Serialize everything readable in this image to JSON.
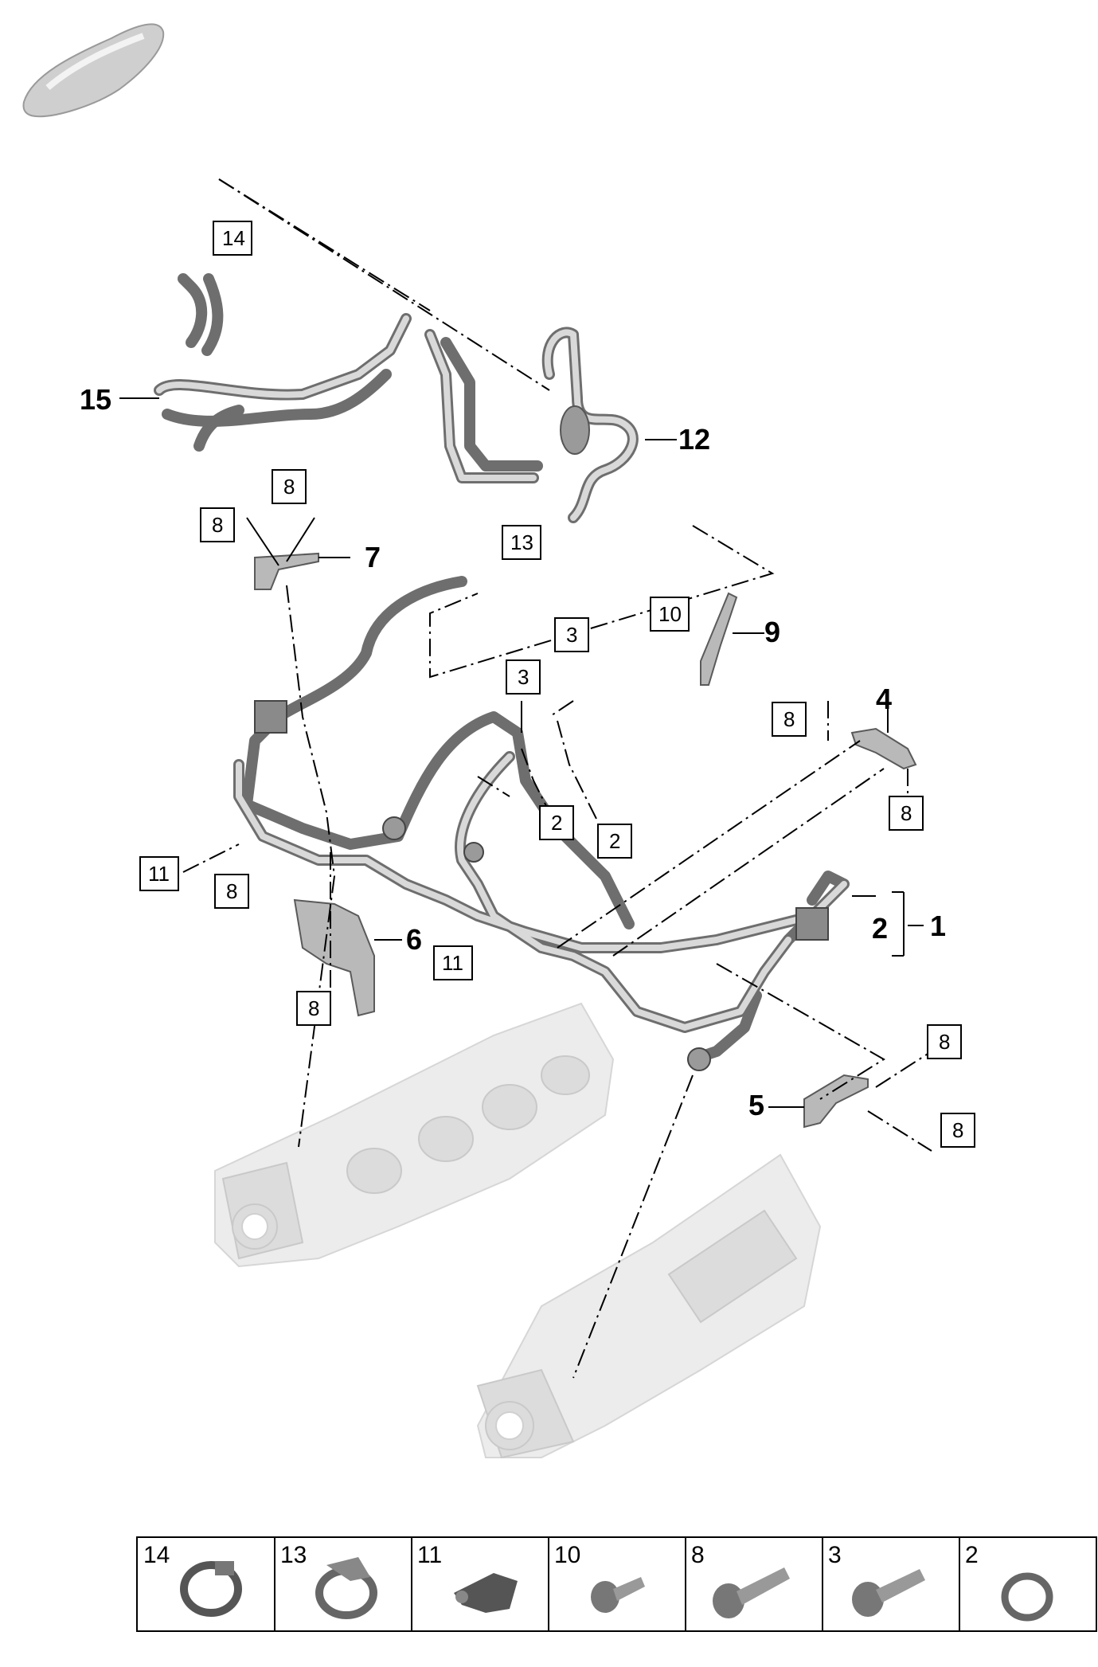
{
  "callouts_bold": [
    {
      "id": "c1",
      "text": "1"
    },
    {
      "id": "c2",
      "text": "2"
    },
    {
      "id": "c4",
      "text": "4"
    },
    {
      "id": "c5",
      "text": "5"
    },
    {
      "id": "c6",
      "text": "6"
    },
    {
      "id": "c7",
      "text": "7"
    },
    {
      "id": "c9",
      "text": "9"
    },
    {
      "id": "c12",
      "text": "12"
    },
    {
      "id": "c15",
      "text": "15"
    }
  ],
  "callouts_boxed": [
    {
      "id": "b14",
      "text": "14"
    },
    {
      "id": "b8a",
      "text": "8"
    },
    {
      "id": "b8b",
      "text": "8"
    },
    {
      "id": "b13",
      "text": "13"
    },
    {
      "id": "b10",
      "text": "10"
    },
    {
      "id": "b3a",
      "text": "3"
    },
    {
      "id": "b3b",
      "text": "3"
    },
    {
      "id": "b8c",
      "text": "8"
    },
    {
      "id": "b8d",
      "text": "8"
    },
    {
      "id": "b2a",
      "text": "2"
    },
    {
      "id": "b2b",
      "text": "2"
    },
    {
      "id": "b11a",
      "text": "11"
    },
    {
      "id": "b8e",
      "text": "8"
    },
    {
      "id": "b11b",
      "text": "11"
    },
    {
      "id": "b8f",
      "text": "8"
    },
    {
      "id": "b8g",
      "text": "8"
    },
    {
      "id": "b8h",
      "text": "8"
    }
  ],
  "legend": [
    {
      "number": "14",
      "icon": "hose-clamp-icon"
    },
    {
      "number": "13",
      "icon": "hose-clamp-tab-icon"
    },
    {
      "number": "11",
      "icon": "pipe-holder-icon"
    },
    {
      "number": "10",
      "icon": "short-screw-icon"
    },
    {
      "number": "8",
      "icon": "long-screw-icon"
    },
    {
      "number": "3",
      "icon": "screw-icon"
    },
    {
      "number": "2",
      "icon": "seal-ring-icon"
    }
  ],
  "colors": {
    "tube": "#6e6e6e",
    "ghost": "#ececec",
    "line": "#000000"
  }
}
